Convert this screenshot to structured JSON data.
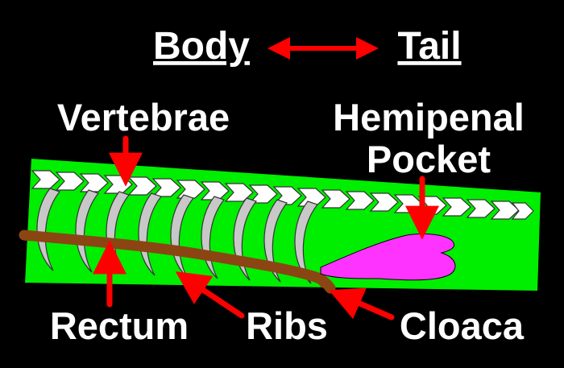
{
  "header": {
    "left_label": "Body",
    "right_label": "Tail"
  },
  "labels": {
    "vertebrae": "Vertebrae",
    "hemipenal_line1": "Hemipenal",
    "hemipenal_line2": "Pocket",
    "rectum": "Rectum",
    "ribs": "Ribs",
    "cloaca": "Cloaca"
  },
  "colors": {
    "background": "#000000",
    "body": "#00ee00",
    "vertebrae": "#ffffff",
    "ribs": "#c8c8c8",
    "rectum": "#8b4513",
    "hemipenal_pocket": "#ff33ff",
    "arrows": "#ff0000",
    "text": "#ffffff"
  }
}
